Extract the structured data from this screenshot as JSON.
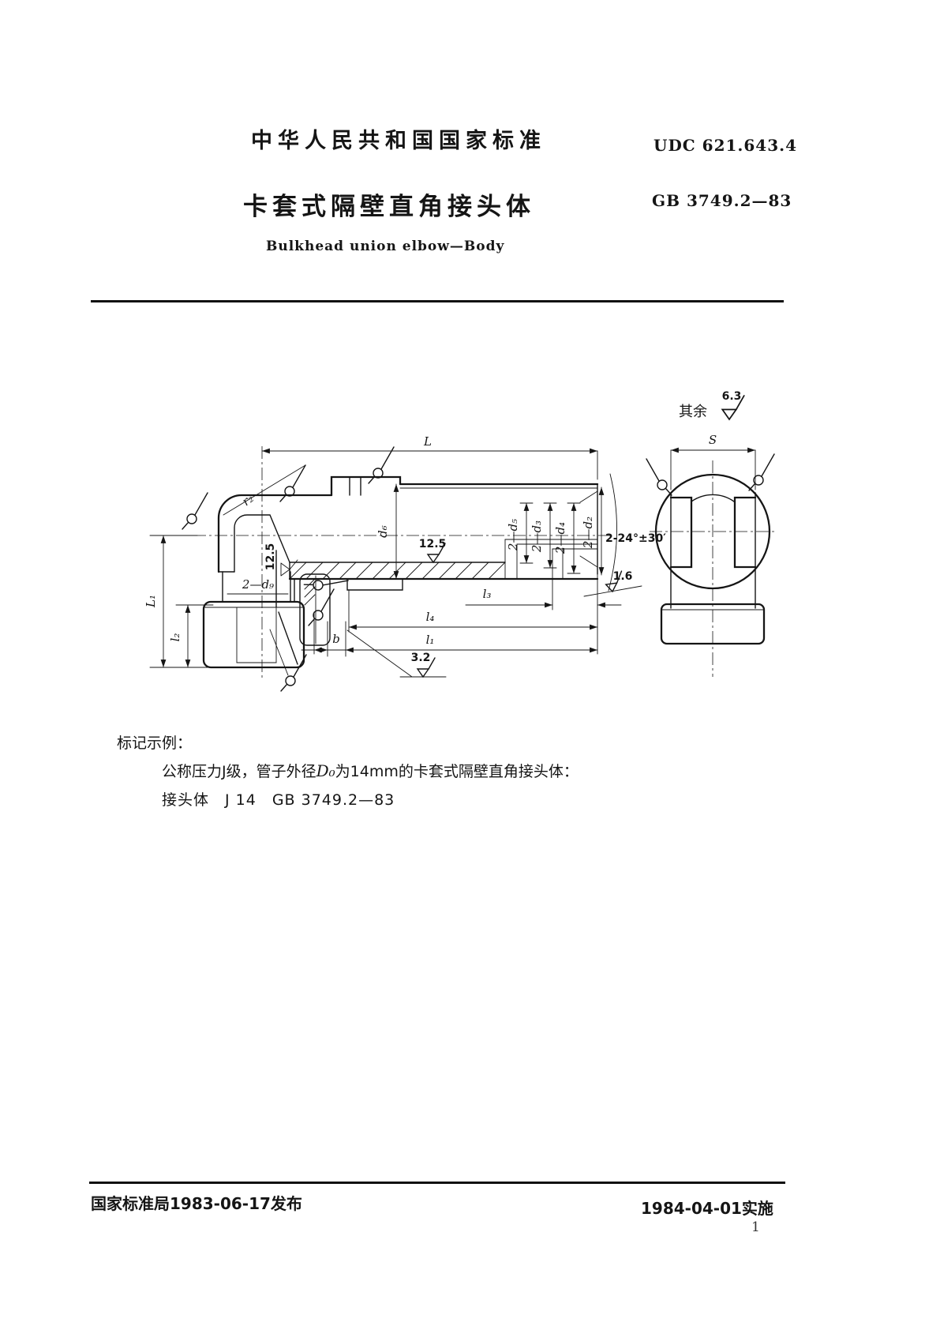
{
  "header": {
    "banner": "中华人民共和国国家标准",
    "udc": "UDC 621.643.4",
    "title_zh": "卡套式隔壁直角接头体",
    "code": "GB 3749.2—83",
    "title_en": "Bulkhead union elbow—Body"
  },
  "drawing": {
    "rest_label": "其余",
    "rough_rest": "6.3",
    "rough_chamfer": "12.5",
    "rough_thread": "12.5",
    "rough_cone": "1.6",
    "rough_groove": "3.2",
    "dim_L": "L",
    "dim_L1": "L₁",
    "dim_l1": "l₁",
    "dim_l2": "l₂",
    "dim_l3": "l₃",
    "dim_l4": "l₄",
    "dim_b": "b",
    "dim_S": "S",
    "dim_r2": "r₂",
    "dim_d6": "d₆",
    "holes_d9": "2—d₉",
    "holes_d5": "2—d₅",
    "holes_d3": "2—d₃",
    "holes_d4": "2—d₄",
    "holes_d2": "2—d₂",
    "cone_angle": "2-24°±30′"
  },
  "example": {
    "heading": "标记示例：",
    "line1_pre": "公称压力J级，管子外径",
    "line1_sym": "D₀",
    "line1_post": "为14mm的卡套式隔壁直角接头体：",
    "line2": "接头体　J 14　GB 3749.2—83"
  },
  "footer": {
    "issued": "国家标准局1983-06-17发布",
    "effective": "1984-04-01实施",
    "page": "1"
  }
}
